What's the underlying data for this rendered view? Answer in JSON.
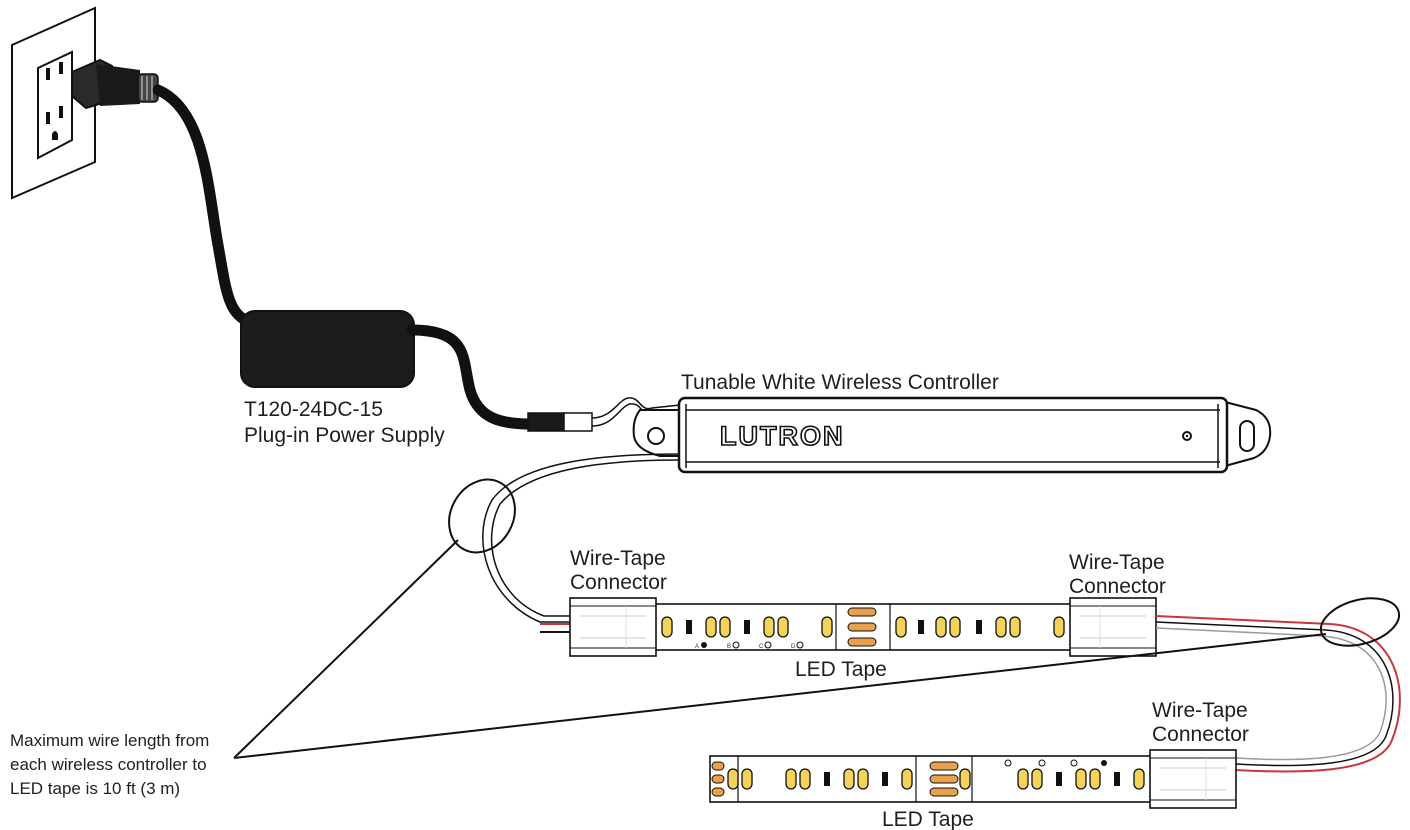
{
  "labels": {
    "controller": "Tunable White Wireless Controller",
    "brand": "LUTRON",
    "power_supply_model": "T120-24DC-15",
    "power_supply_name": "Plug-in Power Supply",
    "connector_line1": "Wire-Tape",
    "connector_line2": "Connector",
    "led_tape": "LED Tape",
    "note_lines": [
      "Maximum wire length from",
      "each wireless controller to",
      "LED tape is 10 ft (3 m)"
    ],
    "tape_markings": {
      "a": "A",
      "b": "B",
      "c": "C",
      "d": "D"
    }
  },
  "colors": {
    "line": "#111111",
    "led_yellow": "#f3d35a",
    "amber_pad": "#e8a04d",
    "wire_red": "#c8383a",
    "wire_gray": "#9a9a9a"
  }
}
